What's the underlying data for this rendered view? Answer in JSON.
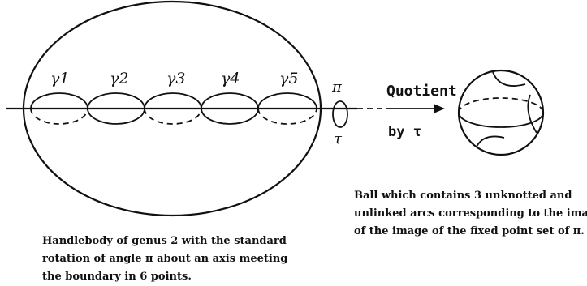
{
  "labels": {
    "gammas": [
      "γ1",
      "γ2",
      "γ3",
      "γ4",
      "γ5"
    ],
    "pi": "π",
    "tau": "τ",
    "quotient": "Quotient",
    "by_tau": "by τ"
  },
  "captions": {
    "ball": [
      "Ball which contains 3 unknotted and",
      "unlinked arcs corresponding to the image",
      "of the image of the fixed point set of π."
    ],
    "handlebody": [
      "Handlebody of genus 2 with the standard",
      "rotation of angle π about an axis meeting",
      "the boundary in 6 points."
    ]
  }
}
